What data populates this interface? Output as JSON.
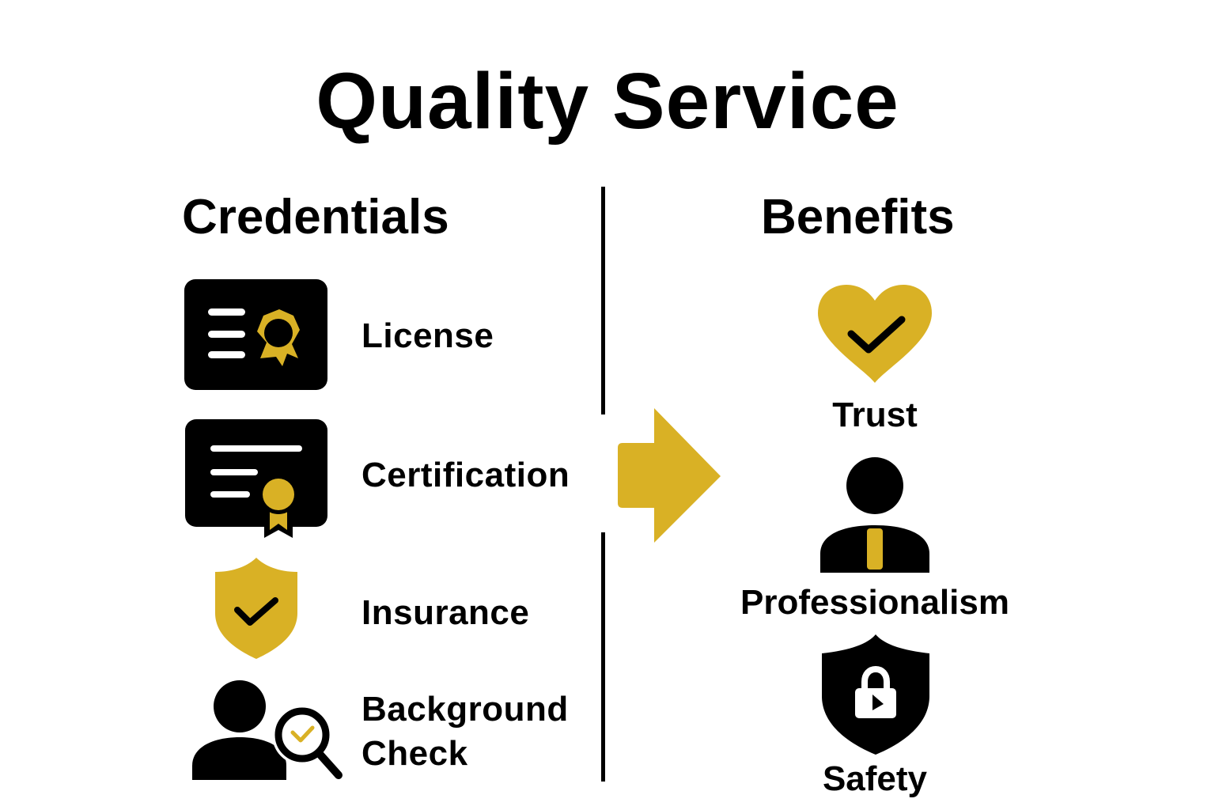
{
  "title": "Quality Service",
  "colors": {
    "accent": "#D9B125",
    "ink": "#000000",
    "background": "#FFFFFF"
  },
  "credentials": {
    "heading": "Credentials",
    "items": [
      {
        "label": "License",
        "icon": "license-card-icon"
      },
      {
        "label": "Certification",
        "icon": "certificate-icon"
      },
      {
        "label": "Insurance",
        "icon": "shield-check-icon"
      },
      {
        "label_line1": "Background",
        "label_line2": "Check",
        "icon": "person-search-icon"
      }
    ]
  },
  "connector": {
    "icon": "arrow-right-icon"
  },
  "benefits": {
    "heading": "Benefits",
    "items": [
      {
        "label": "Trust",
        "icon": "heart-check-icon"
      },
      {
        "label": "Professionalism",
        "icon": "professional-person-icon"
      },
      {
        "label": "Safety",
        "icon": "shield-lock-icon"
      }
    ]
  }
}
